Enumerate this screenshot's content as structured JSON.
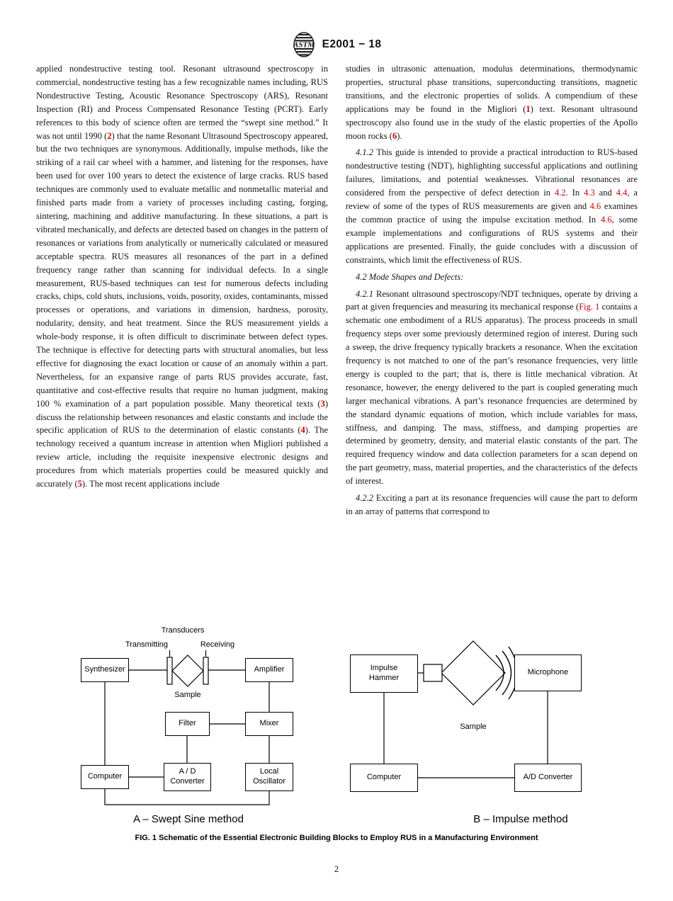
{
  "header": {
    "logo_text": "ASTM",
    "designation": "E2001 − 18"
  },
  "page": {
    "number": "2"
  },
  "columns": {
    "left": [
      {
        "indent": false,
        "seg": [
          {
            "t": "applied nondestructive testing tool. Resonant ultrasound spectroscopy in commercial, nondestructive testing has a few recognizable names including, RUS Nondestructive Testing, Acoustic Resonance Spectroscopy (ARS), Resonant Inspection (RI) and Process Compensated Resonance Testing (PCRT). Early references to this body of science often are termed the “swept sine method.” It was not until 1990 (",
            "s": "n"
          },
          {
            "t": "2",
            "s": "ref"
          },
          {
            "t": ") that the name Resonant Ultrasound Spectroscopy appeared, but the two techniques are synonymous. Additionally, impulse methods, like the striking of a rail car wheel with a hammer, and listening for the responses, have been used for over 100 years to detect the existence of large cracks. RUS based techniques are commonly used to evaluate metallic and nonmetallic material and finished parts made from a variety of processes including casting, forging, sintering, machining and additive manufacturing. In these situations, a part is vibrated mechanically, and defects are detected based on changes in the pattern of resonances or variations from analytically or numerically calculated or measured acceptable spectra. RUS measures all resonances of the part in a defined frequency range rather than scanning for individual defects. In a single measurement, RUS-based techniques can test for numerous defects including cracks, chips, cold shuts, inclusions, voids, posority, oxides, contaminants, missed processes or operations, and variations in dimension, hardness, porosity, nodularity, density, and heat treatment. Since the RUS measurement yields a whole-body response, it is often difficult to discriminate between defect types. The technique is effective for detecting parts with structural anomalies, but less effective for diagnosing the exact location or cause of an anomaly within a part. Nevertheless, for an expansive range of parts RUS provides accurate, fast, quantitative and cost-effective results that require no human judgment, making 100 % examination of a part population possible. Many theoretical texts (",
            "s": "n"
          },
          {
            "t": "3",
            "s": "ref"
          },
          {
            "t": ") discuss the relationship between resonances and elastic constants and include the specific application of RUS to the determination of elastic constants (",
            "s": "n"
          },
          {
            "t": "4",
            "s": "ref"
          },
          {
            "t": "). The technology received a quantum increase in attention when Migliori published a review article, including the requisite inexpensive electronic designs and procedures from which materials properties could be measured quickly and accurately (",
            "s": "n"
          },
          {
            "t": "5",
            "s": "ref"
          },
          {
            "t": "). The most recent applications include",
            "s": "n"
          }
        ]
      },
      {}
    ],
    "right": [
      {
        "indent": false,
        "seg": [
          {
            "t": "studies in ultrasonic attenuation, modulus determinations, thermodynamic properties, structural phase transitions, superconducting transitions, magnetic transitions, and the electronic properties of solids. A compendium of these applications may be found in the Migliori (",
            "s": "n"
          },
          {
            "t": "1",
            "s": "ref"
          },
          {
            "t": ") text. Resonant ultrasound spectroscopy also found use in the study of the elastic properties of the Apollo moon rocks (",
            "s": "n"
          },
          {
            "t": "6",
            "s": "ref"
          },
          {
            "t": ").",
            "s": "n"
          }
        ]
      },
      {
        "indent": true,
        "seg": [
          {
            "t": "4.1.2 ",
            "s": "i"
          },
          {
            "t": "This guide is intended to provide a practical introduction to RUS-based nondestructive testing (NDT), highlighting successful applications and outlining failures, limitations, and potential weaknesses. Vibrational resonances are considered from the perspective of defect detection in ",
            "s": "n"
          },
          {
            "t": "4.2",
            "s": "link"
          },
          {
            "t": ". In ",
            "s": "n"
          },
          {
            "t": "4.3",
            "s": "link"
          },
          {
            "t": " and ",
            "s": "n"
          },
          {
            "t": "4.4",
            "s": "link"
          },
          {
            "t": ", a review of some of the types of RUS measurements are given and ",
            "s": "n"
          },
          {
            "t": "4.6",
            "s": "link"
          },
          {
            "t": " examines the common practice of using the impulse excitation method. In ",
            "s": "n"
          },
          {
            "t": "4.6",
            "s": "link"
          },
          {
            "t": ", some example implementations and configurations of RUS systems and their applications are presented. Finally, the guide concludes with a discussion of constraints, which limit the effectiveness of RUS.",
            "s": "n"
          }
        ]
      },
      {
        "indent": true,
        "seg": [
          {
            "t": "4.2 Mode Shapes and Defects:",
            "s": "i"
          }
        ]
      },
      {
        "indent": true,
        "seg": [
          {
            "t": "4.2.1 ",
            "s": "i"
          },
          {
            "t": "Resonant ultrasound spectroscopy/NDT techniques, operate by driving a part at given frequencies and measuring its mechanical response (",
            "s": "n"
          },
          {
            "t": "Fig. 1",
            "s": "link"
          },
          {
            "t": " contains a schematic one embodiment of a RUS apparatus). The process proceeds in small frequency steps over some previously determined region of interest. During such a sweep, the drive frequency typically brackets a resonance. When the excitation frequency is not matched to one of the part’s resonance frequencies, very little energy is coupled to the part; that is, there is little mechanical vibration. At resonance, however, the energy delivered to the part is coupled generating much larger mechanical vibrations. A part’s resonance frequencies are determined by the standard dynamic equations of motion, which include variables for mass, stiffness, and damping. The mass, stiffness, and damping properties are determined by geometry, density, and material elastic constants of the part. The required frequency window and data collection parameters for a scan depend on the part geometry, mass, material properties, and the characteristics of the defects of interest.",
            "s": "n"
          }
        ]
      },
      {
        "indent": true,
        "seg": [
          {
            "t": "4.2.2 ",
            "s": "i"
          },
          {
            "t": "Exciting a part at its resonance frequencies will cause the part to deform in an array of patterns that correspond to",
            "s": "n"
          }
        ]
      }
    ]
  },
  "figure": {
    "caption": "FIG. 1 Schematic of the Essential Electronic Building Blocks to Employ RUS in a Manufacturing Environment",
    "swept_sine": {
      "method_label": "A – Swept Sine method",
      "transducers": "Transducers",
      "transmitting": "Transmitting",
      "receiving": "Receiving",
      "sample": "Sample",
      "synthesizer": "Synthesizer",
      "amplifier": "Amplifier",
      "filter": "Filter",
      "mixer": "Mixer",
      "computer": "Computer",
      "ad_converter": "A / D\nConverter",
      "local_oscillator": "Local\nOscillator"
    },
    "impulse": {
      "method_label": "B – Impulse method",
      "impulse_hammer": "Impulse\nHammer",
      "microphone": "Microphone",
      "sample": "Sample",
      "computer": "Computer",
      "ad_converter": "A/D Converter"
    }
  }
}
